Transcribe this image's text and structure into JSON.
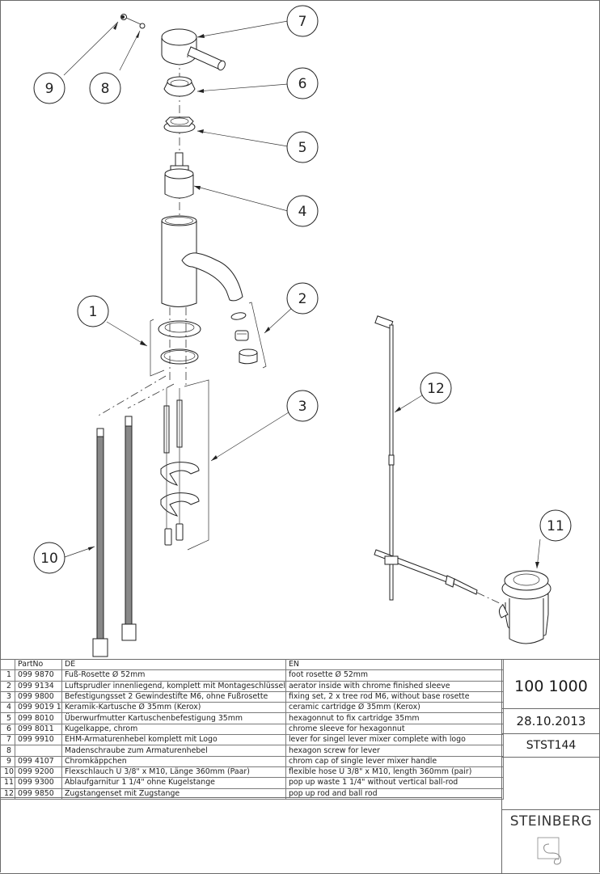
{
  "drawing": {
    "title": "Exploded view – single lever basin mixer with pop-up waste",
    "balloons": [
      {
        "number": "1",
        "part": "foot rosette"
      },
      {
        "number": "2",
        "part": "aerator"
      },
      {
        "number": "3",
        "part": "fixing set"
      },
      {
        "number": "4",
        "part": "ceramic cartridge"
      },
      {
        "number": "5",
        "part": "hexagon nut"
      },
      {
        "number": "6",
        "part": "chrome sleeve"
      },
      {
        "number": "7",
        "part": "lever"
      },
      {
        "number": "8",
        "part": "hexagon screw"
      },
      {
        "number": "9",
        "part": "chrome cap"
      },
      {
        "number": "10",
        "part": "flexible hose"
      },
      {
        "number": "11",
        "part": "pop up waste"
      },
      {
        "number": "12",
        "part": "pop up rod"
      }
    ]
  },
  "parts_table": {
    "headers": {
      "no": "",
      "part_no": "PartNo",
      "de": "DE",
      "en": "EN"
    },
    "rows": [
      {
        "no": "1",
        "part_no": "099 9870",
        "de": "Fuß-Rosette Ø 52mm",
        "en": "foot rosette Ø 52mm"
      },
      {
        "no": "2",
        "part_no": "099 9134",
        "de": "Luftsprudler innenliegend, komplett mit Montageschlüssel",
        "en": "aerator inside with chrome finished sleeve"
      },
      {
        "no": "3",
        "part_no": "099 9800",
        "de": "Befestigungsset 2 Gewindestifte M6, ohne Fußrosette",
        "en": "fixing set, 2 x tree rod M6, without base rosette"
      },
      {
        "no": "4",
        "part_no": "099 9019 1",
        "de": "Keramik-Kartusche Ø 35mm (Kerox)",
        "en": "ceramic cartridge Ø 35mm (Kerox)"
      },
      {
        "no": "5",
        "part_no": "099 8010",
        "de": "Überwurfmutter Kartuschenbefestigung 35mm",
        "en": "hexagonnut to fix cartridge 35mm"
      },
      {
        "no": "6",
        "part_no": "099 8011",
        "de": "Kugelkappe, chrom",
        "en": "chrome sleeve for hexagonnut"
      },
      {
        "no": "7",
        "part_no": "099 9910",
        "de": "EHM-Armaturenhebel komplett mit Logo",
        "en": "lever for singel lever mixer complete with logo"
      },
      {
        "no": "8",
        "part_no": "",
        "de": "Madenschraube zum Armaturenhebel",
        "en": "hexagon screw for lever"
      },
      {
        "no": "9",
        "part_no": "099 4107",
        "de": "Chromkäppchen",
        "en": "chrom cap of single lever mixer handle"
      },
      {
        "no": "10",
        "part_no": "099 9200",
        "de": "Flexschlauch Ü 3/8\" x M10, Länge 360mm (Paar)",
        "en": "flexible hose Ü 3/8\" x M10, length 360mm (pair)"
      },
      {
        "no": "11",
        "part_no": "099 9300",
        "de": "Ablaufgarnitur 1 1/4\" ohne Kugelstange",
        "en": "pop up waste 1 1/4\" without vertical ball-rod"
      },
      {
        "no": "12",
        "part_no": "099 9850",
        "de": "Zugstangenset mit Zugstange",
        "en": "pop up rod and ball rod"
      }
    ]
  },
  "title_block": {
    "article_number": "100 1000",
    "date": "28.10.2013",
    "drawing_code": "STST144",
    "brand": "STEINBERG",
    "logo_icon": "steinberg-s-logo-icon"
  }
}
